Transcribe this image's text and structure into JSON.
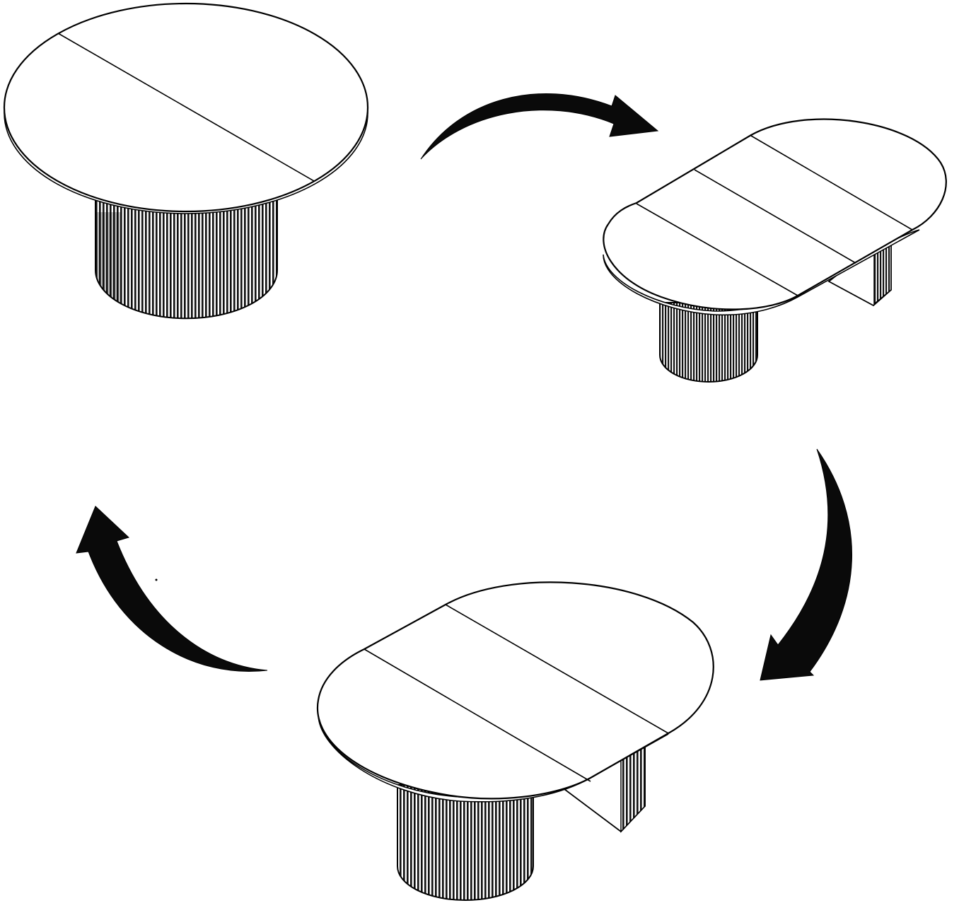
{
  "figure": {
    "description_visible_text": "",
    "ink_color": "#000000",
    "background_color": "#ffffff"
  },
  "states": [
    {
      "id": "round",
      "panels": 2
    },
    {
      "id": "extended-two-leaves",
      "panels": 4
    },
    {
      "id": "extended-one-leaf",
      "panels": 3
    }
  ],
  "arrows": [
    {
      "from": "round",
      "to": "extended-two-leaves",
      "icon": "curved-arrow-right"
    },
    {
      "from": "extended-two-leaves",
      "to": "extended-one-leaf",
      "icon": "curved-arrow-down"
    },
    {
      "from": "extended-one-leaf",
      "to": "round",
      "icon": "curved-arrow-up"
    }
  ]
}
